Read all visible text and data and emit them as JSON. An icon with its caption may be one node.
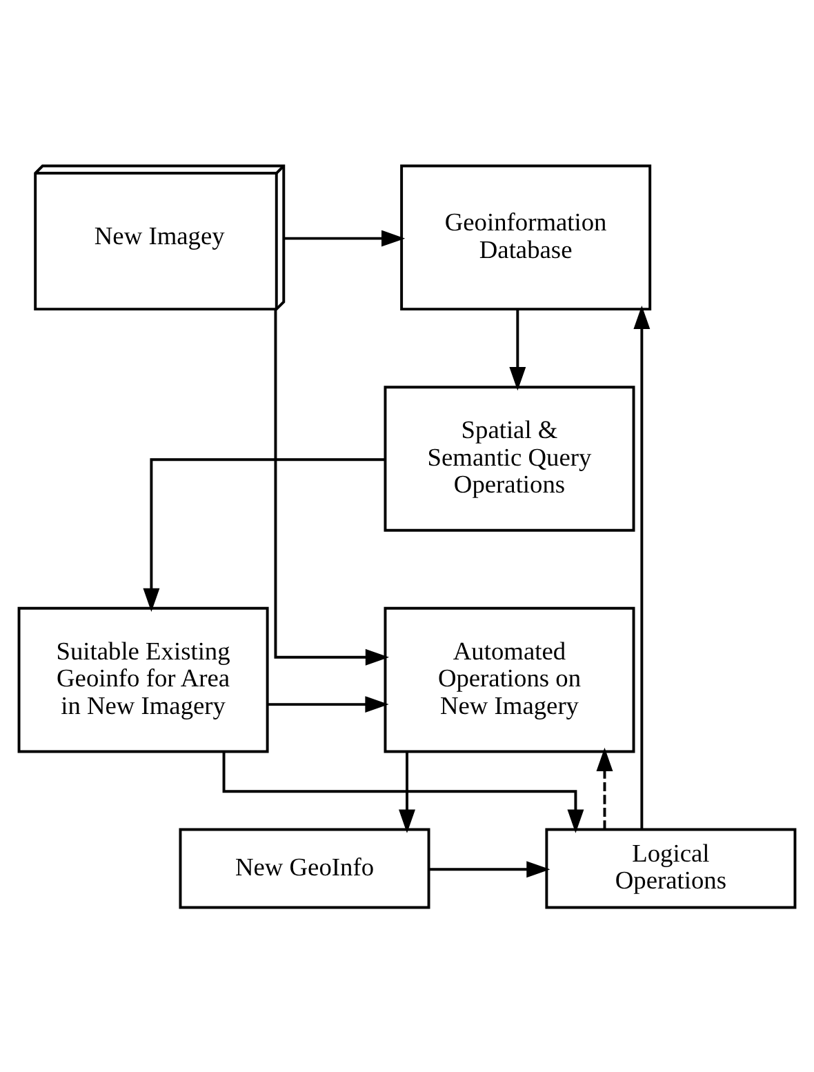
{
  "diagram": {
    "nodes": [
      {
        "text": [
          "New Imagey"
        ]
      },
      {
        "text": [
          "Geoinformation Database"
        ]
      },
      {
        "text": [
          "Spatial & Semantic Query Operations"
        ]
      },
      {
        "text": [
          "Suitable Existing Geoinfo for Area in New Imagery"
        ]
      },
      {
        "text": [
          "Automated Operations on New Imagery"
        ]
      },
      {
        "text": [
          "New GeoInfo"
        ]
      },
      {
        "text": [
          "Logical Operations"
        ]
      }
    ],
    "edges": [
      {
        "from": 0,
        "to": 1,
        "arrow": "to"
      },
      {
        "from": 1,
        "to": 2,
        "arrow": "to"
      },
      {
        "from": 2,
        "to": 3,
        "arrow": "to"
      },
      {
        "from": 0,
        "to": 4,
        "arrow": "to"
      },
      {
        "from": 3,
        "to": 4,
        "arrow": "to"
      },
      {
        "from": 4,
        "to": 5,
        "arrow": "to"
      },
      {
        "from": 3,
        "to": 6,
        "arrow": "to"
      },
      {
        "from": 5,
        "to": 6,
        "arrow": "to"
      },
      {
        "from": 6,
        "to": 1,
        "arrow": "to"
      },
      {
        "from": 6,
        "to": 4,
        "arrow": "to",
        "style": "dashed"
      }
    ]
  }
}
